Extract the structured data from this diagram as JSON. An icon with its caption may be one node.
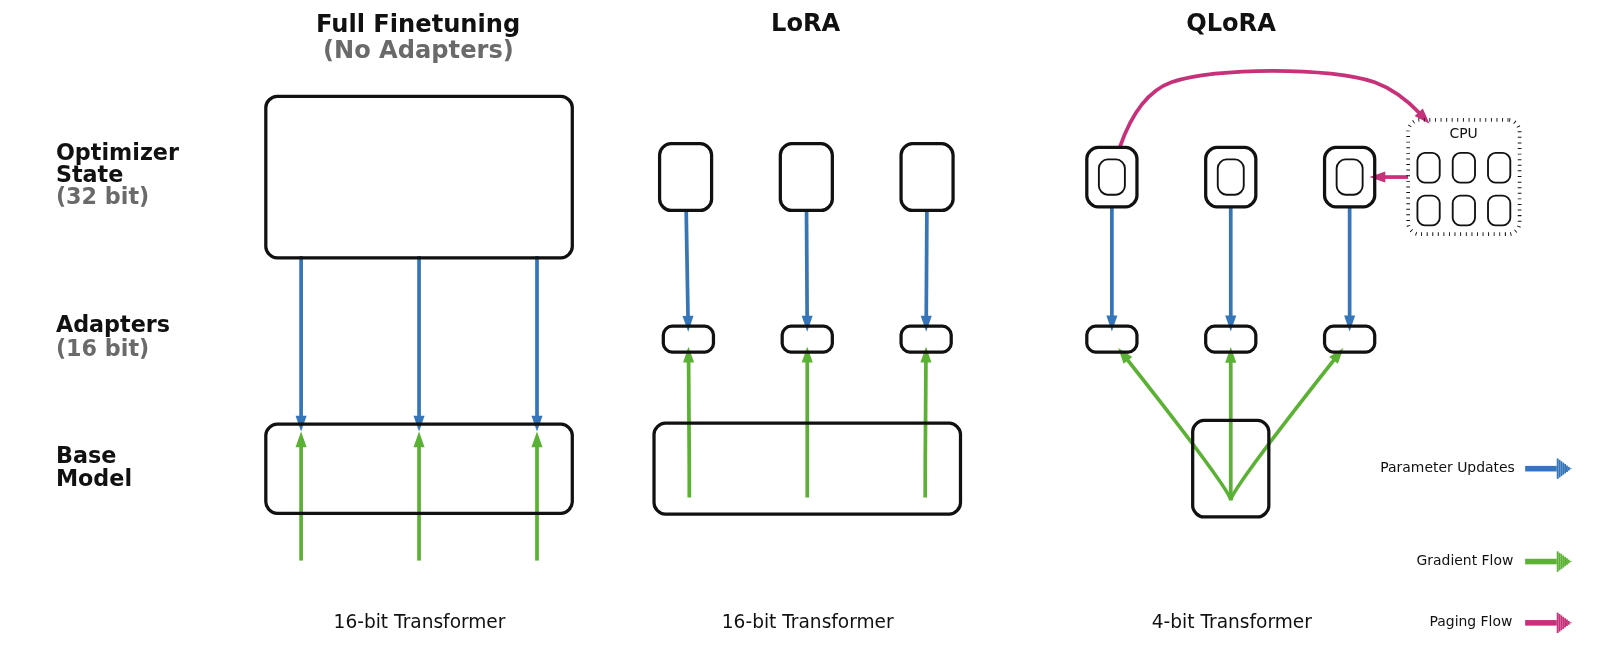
{
  "diagram": {
    "nodes": [
      {
        "text": [],
        "shape": "box"
      },
      {
        "text": [],
        "shape": "box"
      },
      {
        "text": [],
        "shape": "box"
      },
      {
        "text": [],
        "shape": "box"
      },
      {
        "text": [],
        "shape": "box"
      },
      {
        "text": [],
        "shape": "box"
      },
      {
        "text": [],
        "shape": "box"
      },
      {
        "text": [],
        "shape": "box"
      },
      {
        "text": [],
        "shape": "box"
      },
      {
        "text": [],
        "shape": "box"
      },
      {
        "text": [],
        "shape": "box"
      },
      {
        "text": [],
        "shape": "box"
      },
      {
        "text": [],
        "shape": "box"
      },
      {
        "text": [],
        "shape": "box"
      },
      {
        "text": [],
        "shape": "box"
      },
      {
        "text": [],
        "shape": "box"
      },
      {
        "text": [
          "CPU"
        ]
      }
    ],
    "edges": [
      {
        "from": 0,
        "to": 1,
        "arrow": "to",
        "color": "#3575b9"
      },
      {
        "from": 0,
        "to": 1,
        "arrow": "to",
        "color": "#3575b9"
      },
      {
        "from": 0,
        "to": 1,
        "arrow": "to",
        "color": "#3575b9"
      },
      {
        "from": null,
        "to": 1,
        "arrow": "to",
        "color": "#5bb133"
      },
      {
        "from": null,
        "to": 1,
        "arrow": "to",
        "color": "#5bb133"
      },
      {
        "from": null,
        "to": 1,
        "arrow": "to",
        "color": "#5bb133"
      },
      {
        "from": 2,
        "to": 5,
        "arrow": "to",
        "color": "#3575b9"
      },
      {
        "from": 3,
        "to": 6,
        "arrow": "to",
        "color": "#3575b9"
      },
      {
        "from": 4,
        "to": 7,
        "arrow": "to",
        "color": "#3575b9"
      },
      {
        "from": 8,
        "to": 5,
        "arrow": "to",
        "color": "#5bb133"
      },
      {
        "from": 8,
        "to": 6,
        "arrow": "to",
        "color": "#5bb133"
      },
      {
        "from": 8,
        "to": 7,
        "arrow": "to",
        "color": "#5bb133"
      },
      {
        "from": 9,
        "to": 12,
        "arrow": "to",
        "color": "#3575b9"
      },
      {
        "from": 10,
        "to": 13,
        "arrow": "to",
        "color": "#3575b9"
      },
      {
        "from": 11,
        "to": 14,
        "arrow": "to",
        "color": "#3575b9"
      },
      {
        "from": 15,
        "to": 12,
        "arrow": "to",
        "color": "#5bb133"
      },
      {
        "from": 15,
        "to": 13,
        "arrow": "to",
        "color": "#5bb133"
      },
      {
        "from": 15,
        "to": 14,
        "arrow": "to",
        "color": "#5bb133"
      },
      {
        "from": 9,
        "to": 16,
        "arrow": "to",
        "color": "#c6317a"
      },
      {
        "from": 16,
        "to": 11,
        "arrow": "to",
        "color": "#c6317a"
      }
    ],
    "labels": [
      "Full Finetuning",
      "(No Adapters)",
      "LoRA",
      "QLoRA",
      "Optimizer State",
      "(32 bit)",
      "Adapters",
      "(16 bit)",
      "Base Model",
      "16-bit Transformer",
      "16-bit Transformer",
      "4-bit Transformer"
    ],
    "legend": [
      {
        "text": "Parameter Updates"
      },
      {
        "text": "Gradient Flow"
      },
      {
        "text": "Paging Flow"
      }
    ]
  }
}
